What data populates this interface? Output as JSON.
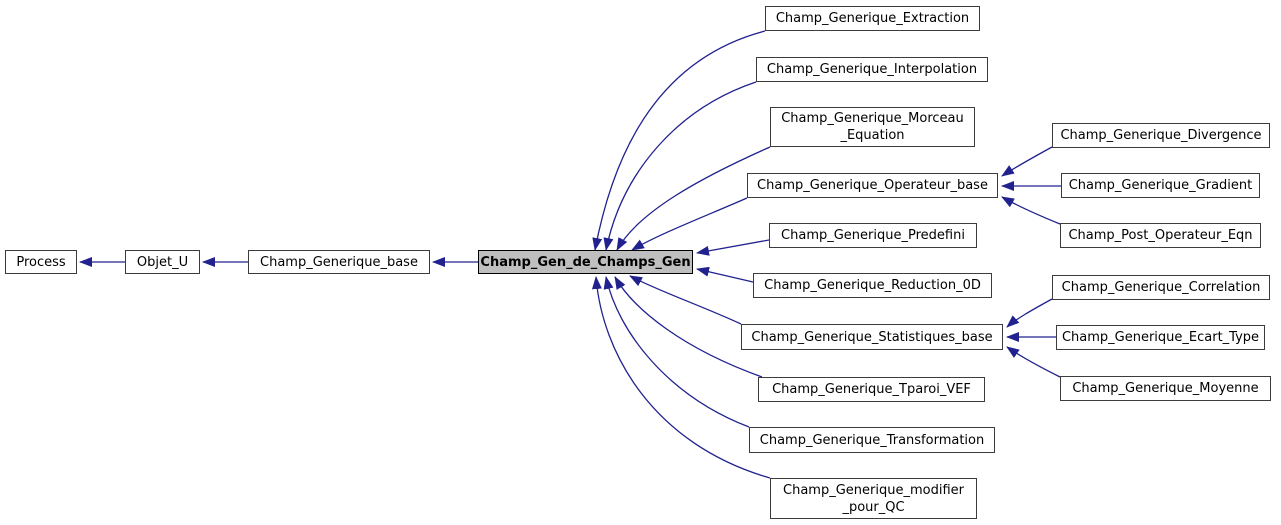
{
  "diagram_type": "class-inheritance-graph",
  "colors": {
    "arrow": "#22228f",
    "node_border": "#3c3c3c",
    "node_fill": "#ffffff",
    "highlight_fill": "#bfbfbf",
    "highlight_border": "#000000",
    "text": "#000000",
    "background": "#ffffff"
  },
  "nodes": {
    "process": {
      "label": "Process"
    },
    "objet_u": {
      "label": "Objet_U"
    },
    "champ_generique_base": {
      "label": "Champ_Generique_base"
    },
    "champ_gen_de_champs_gen": {
      "label": "Champ_Gen_de_Champs_Gen",
      "highlighted": true
    },
    "extraction": {
      "label": "Champ_Generique_Extraction"
    },
    "interpolation": {
      "label": "Champ_Generique_Interpolation"
    },
    "morceau_equation": {
      "label": "Champ_Generique_Morceau\n_Equation"
    },
    "operateur_base": {
      "label": "Champ_Generique_Operateur_base"
    },
    "predefini": {
      "label": "Champ_Generique_Predefini"
    },
    "reduction_0d": {
      "label": "Champ_Generique_Reduction_0D"
    },
    "statistiques_base": {
      "label": "Champ_Generique_Statistiques_base"
    },
    "tparoi_vef": {
      "label": "Champ_Generique_Tparoi_VEF"
    },
    "transformation": {
      "label": "Champ_Generique_Transformation"
    },
    "modifier_pour_qc": {
      "label": "Champ_Generique_modifier\n_pour_QC"
    },
    "divergence": {
      "label": "Champ_Generique_Divergence"
    },
    "gradient": {
      "label": "Champ_Generique_Gradient"
    },
    "post_operateur_eqn": {
      "label": "Champ_Post_Operateur_Eqn"
    },
    "correlation": {
      "label": "Champ_Generique_Correlation"
    },
    "ecart_type": {
      "label": "Champ_Generique_Ecart_Type"
    },
    "moyenne": {
      "label": "Champ_Generique_Moyenne"
    }
  },
  "edges": [
    {
      "derived": "objet_u",
      "base": "process"
    },
    {
      "derived": "champ_generique_base",
      "base": "objet_u"
    },
    {
      "derived": "champ_gen_de_champs_gen",
      "base": "champ_generique_base"
    },
    {
      "derived": "extraction",
      "base": "champ_gen_de_champs_gen"
    },
    {
      "derived": "interpolation",
      "base": "champ_gen_de_champs_gen"
    },
    {
      "derived": "morceau_equation",
      "base": "champ_gen_de_champs_gen"
    },
    {
      "derived": "operateur_base",
      "base": "champ_gen_de_champs_gen"
    },
    {
      "derived": "predefini",
      "base": "champ_gen_de_champs_gen"
    },
    {
      "derived": "reduction_0d",
      "base": "champ_gen_de_champs_gen"
    },
    {
      "derived": "statistiques_base",
      "base": "champ_gen_de_champs_gen"
    },
    {
      "derived": "tparoi_vef",
      "base": "champ_gen_de_champs_gen"
    },
    {
      "derived": "transformation",
      "base": "champ_gen_de_champs_gen"
    },
    {
      "derived": "modifier_pour_qc",
      "base": "champ_gen_de_champs_gen"
    },
    {
      "derived": "divergence",
      "base": "operateur_base"
    },
    {
      "derived": "gradient",
      "base": "operateur_base"
    },
    {
      "derived": "post_operateur_eqn",
      "base": "operateur_base"
    },
    {
      "derived": "correlation",
      "base": "statistiques_base"
    },
    {
      "derived": "ecart_type",
      "base": "statistiques_base"
    },
    {
      "derived": "moyenne",
      "base": "statistiques_base"
    }
  ]
}
